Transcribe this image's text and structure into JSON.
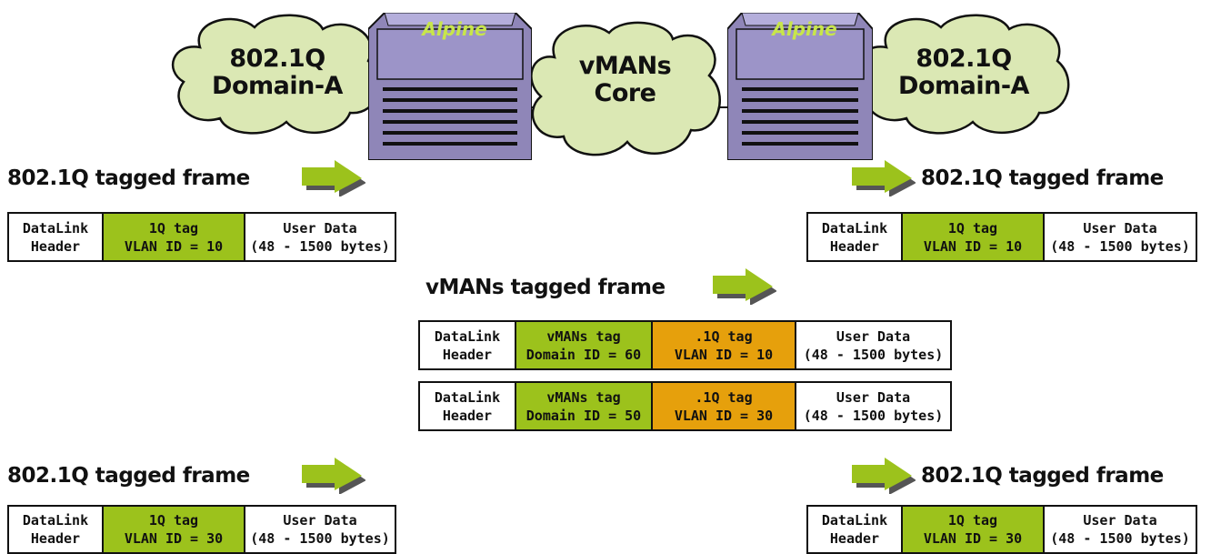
{
  "clouds": {
    "left": {
      "line1": "802.1Q",
      "line2": "Domain-A"
    },
    "center": {
      "line1": "vMANs",
      "line2": "Core"
    },
    "right": {
      "line1": "802.1Q",
      "line2": "Domain-A"
    }
  },
  "devices": {
    "left": {
      "brand": "Alpine"
    },
    "right": {
      "brand": "Alpine"
    }
  },
  "titles": {
    "top_left": "802.1Q tagged frame",
    "top_right": "802.1Q tagged frame",
    "middle": "vMANs tagged frame",
    "bottom_left": "802.1Q tagged frame",
    "bottom_right": "802.1Q tagged frame"
  },
  "frames": {
    "top_left": [
      {
        "l1": "DataLink",
        "l2": "Header"
      },
      {
        "l1": "1Q tag",
        "l2": "VLAN ID = 10"
      },
      {
        "l1": "User Data",
        "l2": "(48 - 1500 bytes)"
      }
    ],
    "top_right": [
      {
        "l1": "DataLink",
        "l2": "Header"
      },
      {
        "l1": "1Q tag",
        "l2": "VLAN ID = 10"
      },
      {
        "l1": "User Data",
        "l2": "(48 - 1500 bytes)"
      }
    ],
    "vman_1": [
      {
        "l1": "DataLink",
        "l2": "Header"
      },
      {
        "l1": "vMANs tag",
        "l2": "Domain ID = 60"
      },
      {
        "l1": ".1Q tag",
        "l2": "VLAN ID = 10"
      },
      {
        "l1": "User Data",
        "l2": "(48 - 1500 bytes)"
      }
    ],
    "vman_2": [
      {
        "l1": "DataLink",
        "l2": "Header"
      },
      {
        "l1": "vMANs tag",
        "l2": "Domain ID = 50"
      },
      {
        "l1": ".1Q tag",
        "l2": "VLAN ID = 30"
      },
      {
        "l1": "User Data",
        "l2": "(48 - 1500 bytes)"
      }
    ],
    "bottom_left": [
      {
        "l1": "DataLink",
        "l2": "Header"
      },
      {
        "l1": "1Q tag",
        "l2": "VLAN ID = 30"
      },
      {
        "l1": "User Data",
        "l2": "(48 - 1500 bytes)"
      }
    ],
    "bottom_right": [
      {
        "l1": "DataLink",
        "l2": "Header"
      },
      {
        "l1": "1Q tag",
        "l2": "VLAN ID = 30"
      },
      {
        "l1": "User Data",
        "l2": "(48 - 1500 bytes)"
      }
    ]
  },
  "colors": {
    "cloud": "#dbe8b4",
    "device": "#8f86b8",
    "tag_green": "#9cc21c",
    "tag_orange": "#e6a00c",
    "arrow": "#9cc21c"
  }
}
